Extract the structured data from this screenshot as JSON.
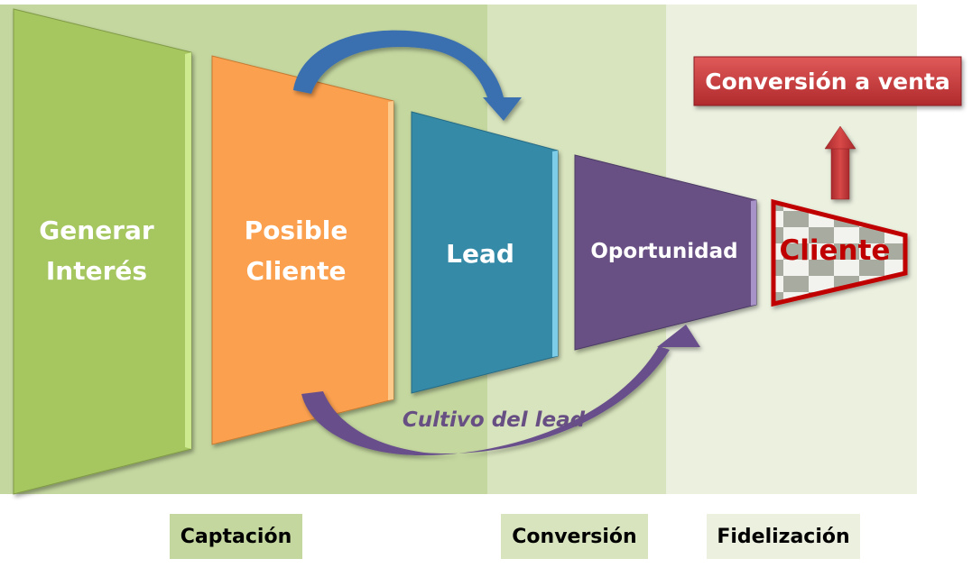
{
  "title": "Embudo de conversión",
  "phases": [
    {
      "label": "Captación",
      "color": "#c4d79f"
    },
    {
      "label": "Conversión",
      "color": "#d8e4bd"
    },
    {
      "label": "Fidelización",
      "color": "#ebf0df"
    }
  ],
  "funnel_stages": [
    {
      "line1": "Generar",
      "line2": "Interés",
      "color": "#a6c661"
    },
    {
      "line1": "Posible",
      "line2": "Cliente",
      "color": "#fba04f"
    },
    {
      "line1": "Lead",
      "line2": "",
      "color": "#368aa7"
    },
    {
      "line1": "Oportunidad",
      "line2": "",
      "color": "#674f84"
    },
    {
      "line1": "Cliente",
      "line2": "",
      "color": "#c00000"
    }
  ],
  "arrows": {
    "top_arrow": {
      "from": "Posible Cliente",
      "to": "Lead",
      "color": "#3a6fb0"
    },
    "bottom_arrow": {
      "from": "Posible Cliente",
      "to": "Oportunidad",
      "color": "#674f8c",
      "label": "Cultivo del lead"
    },
    "up_arrow": {
      "from": "Cliente",
      "to": "Conversión a venta",
      "color": "#c0393b"
    }
  },
  "conversion_box": {
    "label": "Conversión a venta",
    "color": "#c9393b"
  }
}
